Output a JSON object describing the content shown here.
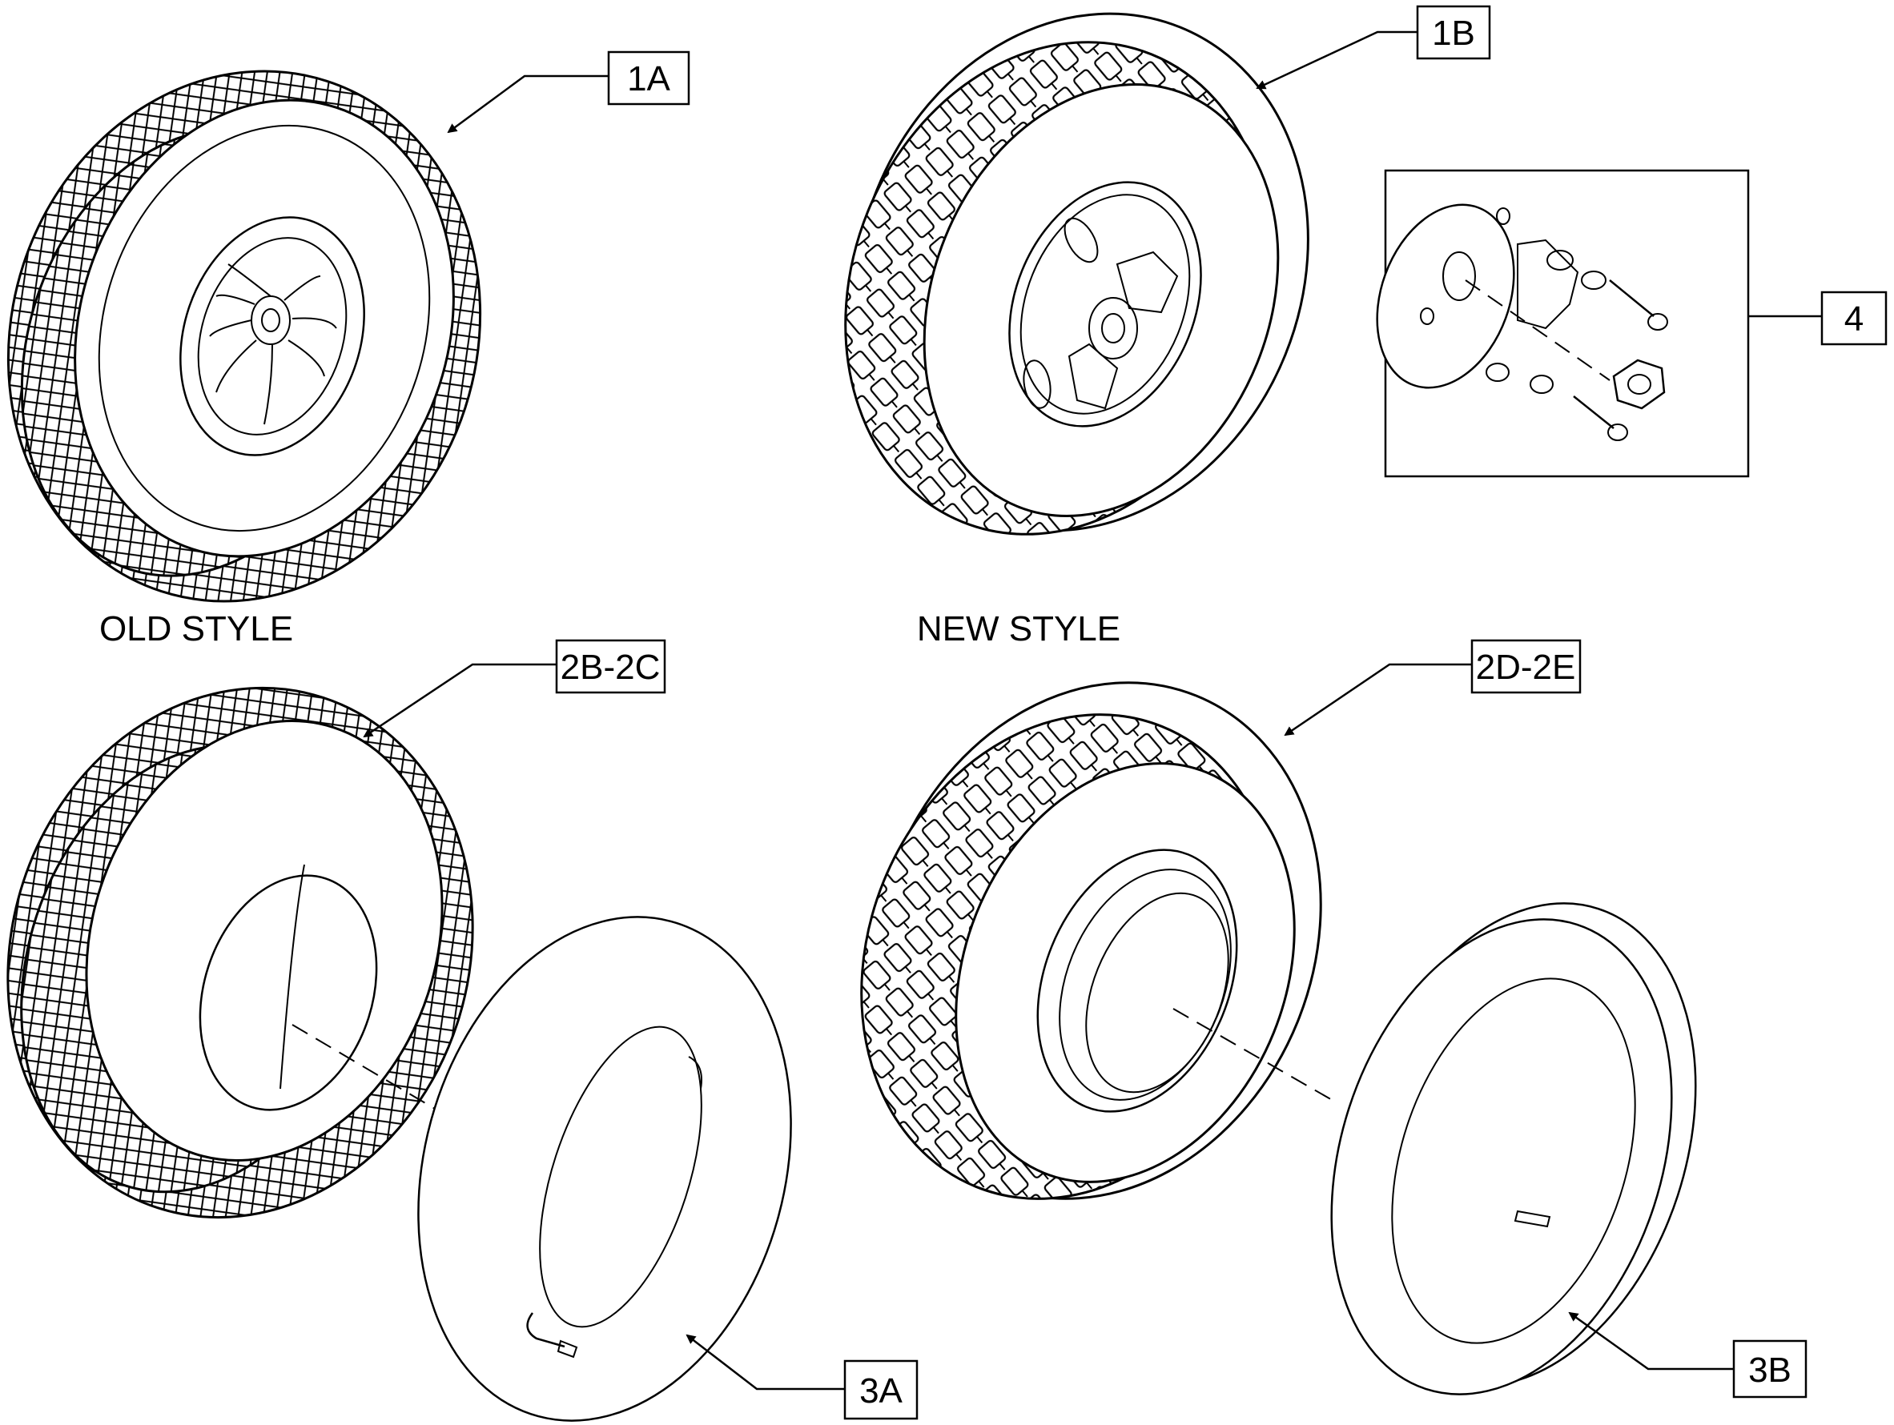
{
  "captions": {
    "old_style": "OLD STYLE",
    "new_style": "NEW STYLE"
  },
  "callouts": {
    "c1A": "1A",
    "c1B": "1B",
    "c2B2C": "2B-2C",
    "c2D2E": "2D-2E",
    "c3A": "3A",
    "c3B": "3B",
    "c4": "4"
  }
}
